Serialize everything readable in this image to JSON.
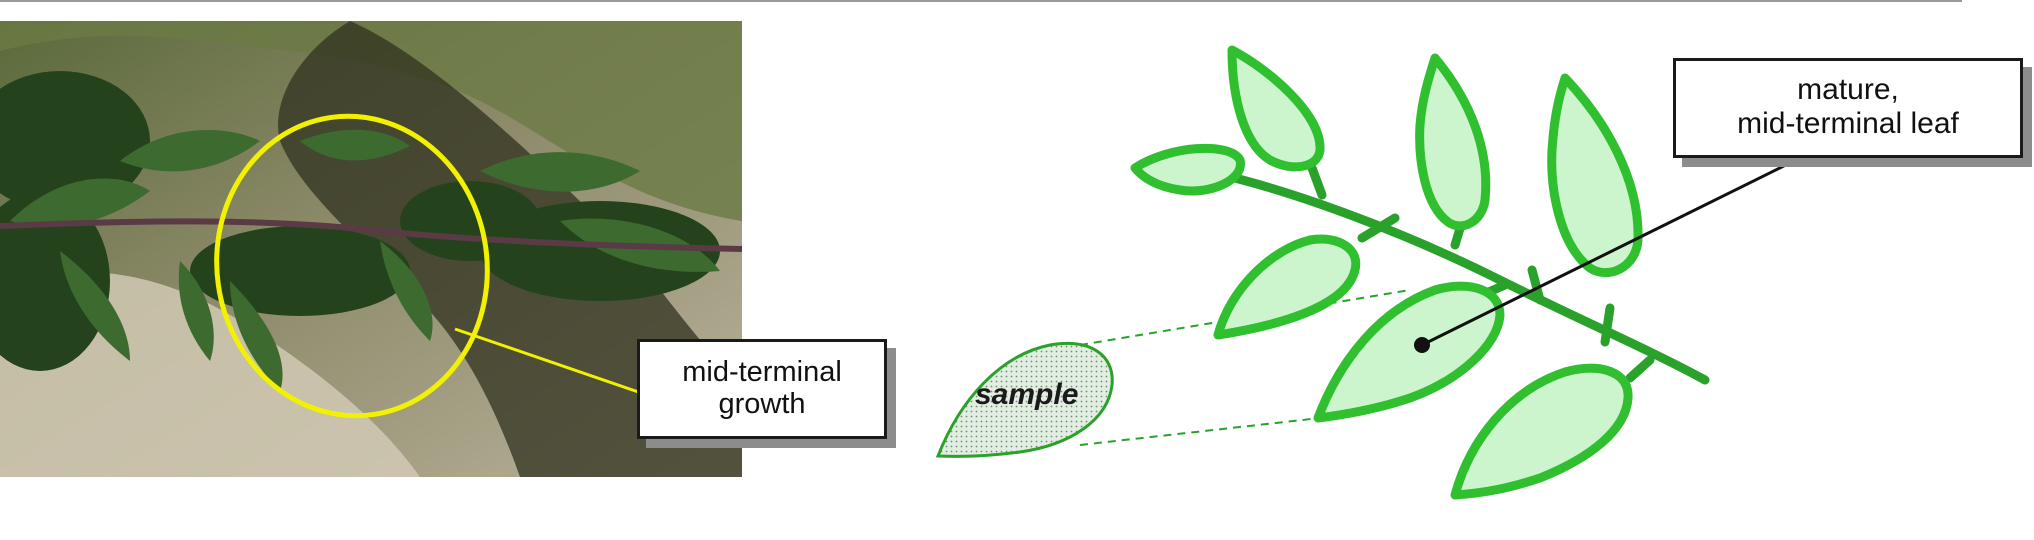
{
  "callouts": {
    "growth": {
      "line1": "mid-terminal",
      "line2": "growth"
    },
    "mature": {
      "line1": "mature,",
      "line2": "mid-terminal leaf"
    }
  },
  "sample_label": "sample",
  "colors": {
    "leaf_outline": "#2fbf2f",
    "leaf_fill": "#cdf5cd",
    "stem": "#2aa12a",
    "ellipse": "#f2f200",
    "photo_ground": "#c9c0aa",
    "photo_foliage": "#27481f"
  }
}
